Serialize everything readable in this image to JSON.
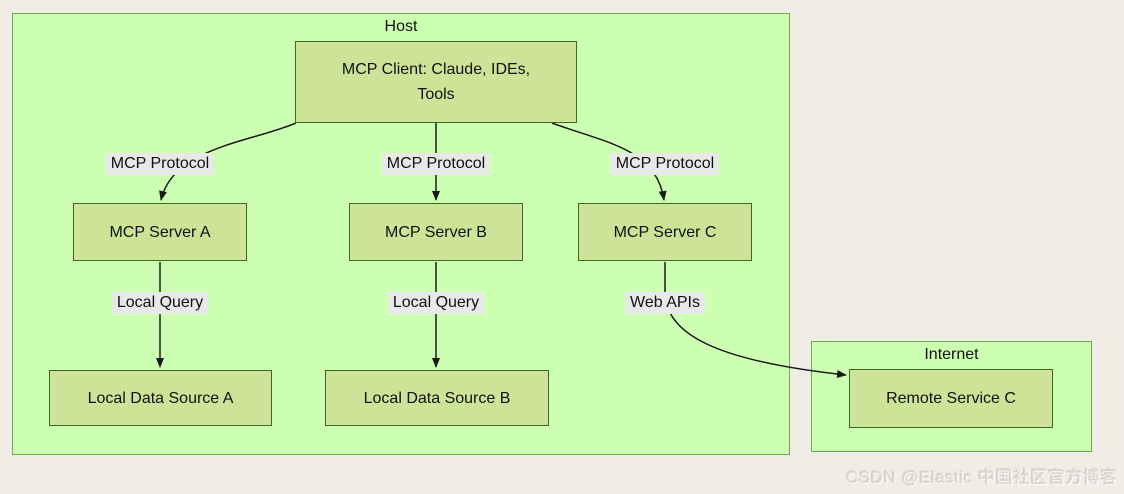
{
  "diagram": {
    "clusters": {
      "host": {
        "title": "Host"
      },
      "internet": {
        "title": "Internet"
      }
    },
    "nodes": {
      "client": {
        "line1": "MCP Client: Claude, IDEs,",
        "line2": "Tools"
      },
      "server_a": {
        "label": "MCP Server A"
      },
      "server_b": {
        "label": "MCP Server B"
      },
      "server_c": {
        "label": "MCP Server C"
      },
      "data_a": {
        "label": "Local Data Source A"
      },
      "data_b": {
        "label": "Local Data Source B"
      },
      "remote_c": {
        "label": "Remote Service C"
      }
    },
    "edge_labels": {
      "protocol_1": "MCP Protocol",
      "protocol_2": "MCP Protocol",
      "protocol_3": "MCP Protocol",
      "local_query_1": "Local Query",
      "local_query_2": "Local Query",
      "web_apis": "Web APIs"
    },
    "edges": [
      {
        "from": "client",
        "to": "server_a",
        "label": "MCP Protocol"
      },
      {
        "from": "client",
        "to": "server_b",
        "label": "MCP Protocol"
      },
      {
        "from": "client",
        "to": "server_c",
        "label": "MCP Protocol"
      },
      {
        "from": "server_a",
        "to": "data_a",
        "label": "Local Query"
      },
      {
        "from": "server_b",
        "to": "data_b",
        "label": "Local Query"
      },
      {
        "from": "server_c",
        "to": "remote_c",
        "label": "Web APIs"
      }
    ]
  },
  "watermark": {
    "text": "CSDN @Elastic 中国社区官方博客"
  },
  "colors": {
    "canvas_bg": "#f0ede6",
    "cluster_fill": "#cdffb2",
    "cluster_border": "#6eaa49",
    "node_fill": "#cde498",
    "node_border": "#3c681f",
    "edge_label_bg": "#e8e8e8",
    "edge_stroke": "#1a1a1a",
    "text": "#111111",
    "watermark_text": "#dbd8d0"
  }
}
